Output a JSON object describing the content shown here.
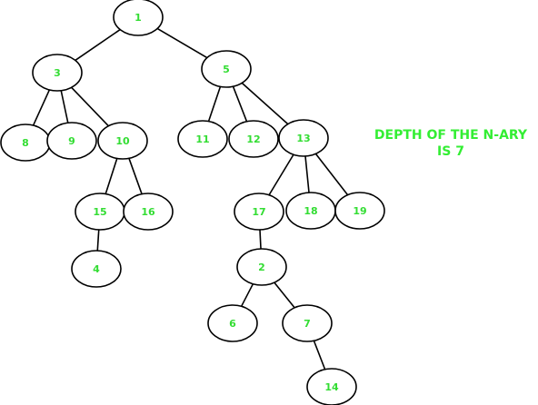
{
  "caption": {
    "line1": "DEPTH OF THE N-ARY",
    "line2": "IS 7"
  },
  "tree": {
    "nodes": [
      "1",
      "3",
      "5",
      "8",
      "9",
      "10",
      "11",
      "12",
      "13",
      "15",
      "16",
      "17",
      "18",
      "19",
      "4",
      "2",
      "6",
      "7",
      "14"
    ],
    "edges": [
      [
        "1",
        "3"
      ],
      [
        "1",
        "5"
      ],
      [
        "3",
        "8"
      ],
      [
        "3",
        "9"
      ],
      [
        "3",
        "10"
      ],
      [
        "5",
        "11"
      ],
      [
        "5",
        "12"
      ],
      [
        "5",
        "13"
      ],
      [
        "10",
        "15"
      ],
      [
        "10",
        "16"
      ],
      [
        "13",
        "17"
      ],
      [
        "13",
        "18"
      ],
      [
        "13",
        "19"
      ],
      [
        "15",
        "4"
      ],
      [
        "17",
        "2"
      ],
      [
        "2",
        "6"
      ],
      [
        "2",
        "7"
      ],
      [
        "7",
        "14"
      ]
    ]
  },
  "colors": {
    "label": "#33dd33",
    "caption": "#33ee33",
    "stroke": "#000000"
  }
}
